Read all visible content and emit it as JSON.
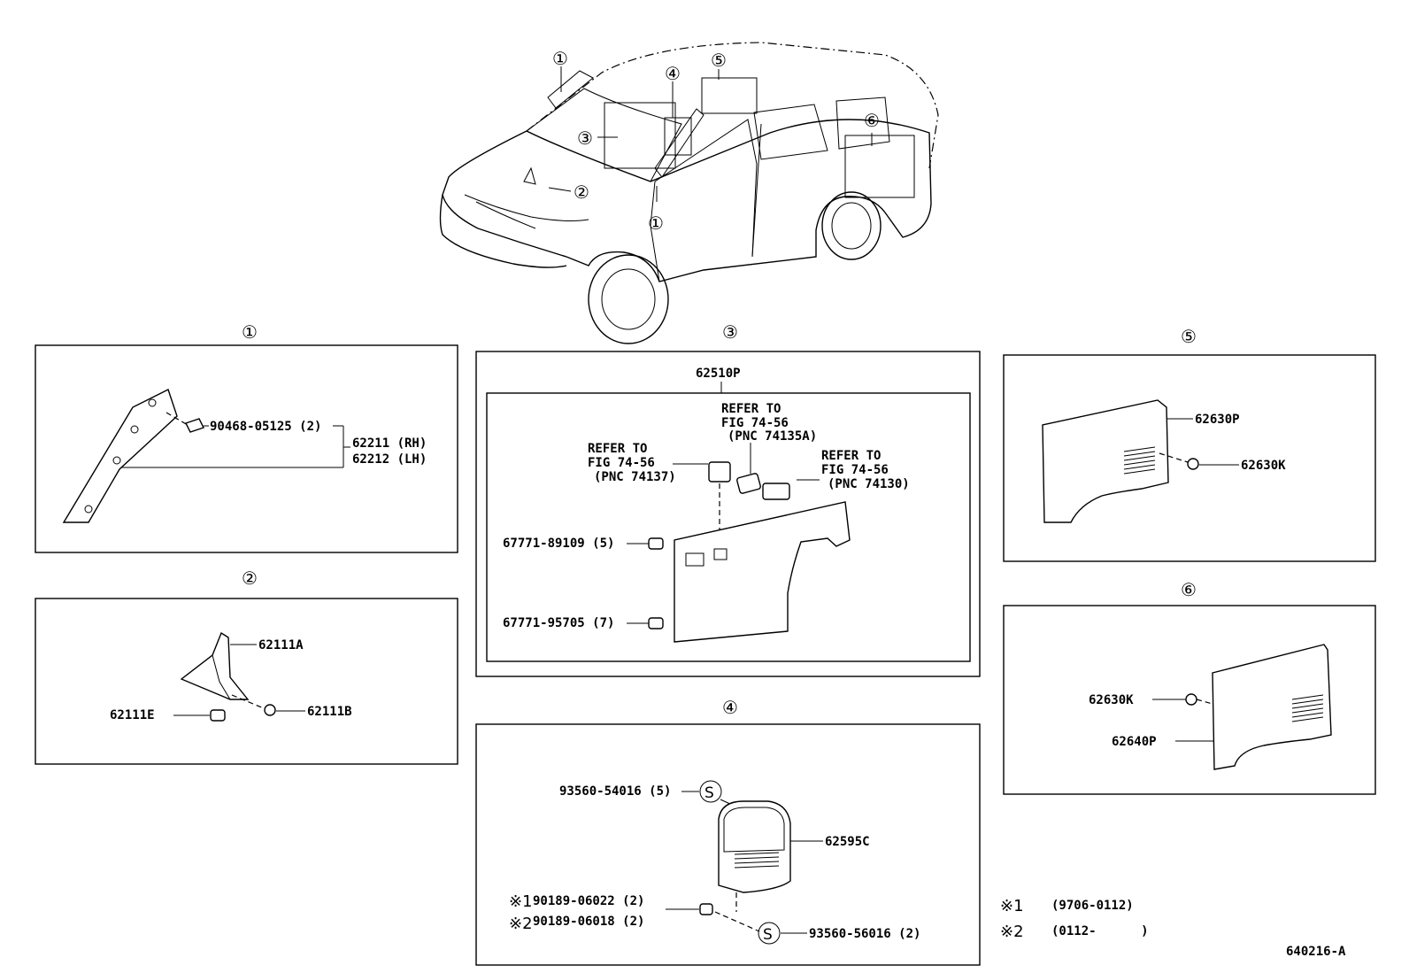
{
  "figure_id": "640216-A",
  "callouts": {
    "c1": "①",
    "c2": "②",
    "c3": "③",
    "c4": "④",
    "c5": "⑤",
    "c6": "⑥"
  },
  "panel1": {
    "p1": "90468-05125 (2)",
    "p2": "62211 (RH)",
    "p3": "62212 (LH)"
  },
  "panel2": {
    "p1": "62111A",
    "p2": "62111B",
    "p3": "62111E"
  },
  "panel3": {
    "p0": "62510P",
    "ref_a1": "REFER TO",
    "ref_a2": "FIG 74-56",
    "ref_a3": "(PNC 74135A)",
    "ref_b1": "REFER TO",
    "ref_b2": "FIG 74-56",
    "ref_b3": "(PNC 74137)",
    "ref_c1": "REFER TO",
    "ref_c2": "FIG 74-56",
    "ref_c3": "(PNC 74130)",
    "p1": "67771-89109 (5)",
    "p2": "67771-95705 (7)"
  },
  "panel4": {
    "p1": "93560-54016 (5)",
    "p2": "62595C",
    "p3": "90189-06022 (2)",
    "p4": "90189-06018 (2)",
    "p5": "93560-56016 (2)",
    "s": "S",
    "m1": "※1",
    "m2": "※2"
  },
  "panel5": {
    "p1": "62630P",
    "p2": "62630K"
  },
  "panel6": {
    "p1": "62630K",
    "p2": "62640P"
  },
  "notes": {
    "n1_mark": "※1",
    "n1_text": "(9706-0112)",
    "n2_mark": "※2",
    "n2_text": "(0112-      )"
  }
}
